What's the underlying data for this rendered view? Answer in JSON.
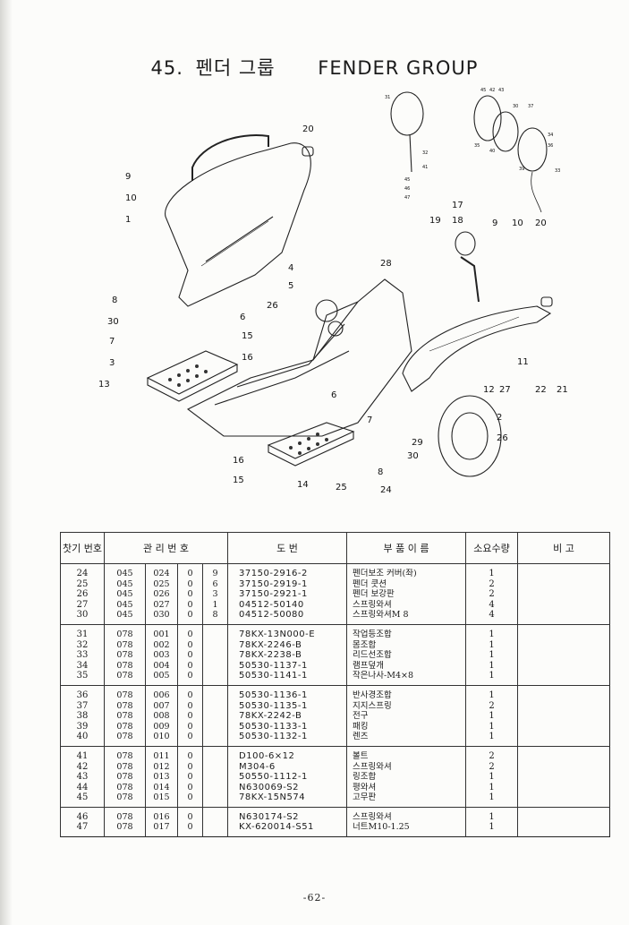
{
  "header": {
    "section_number": "45.",
    "title_korean": "펜더 그룹",
    "title_english": "FENDER GROUP"
  },
  "diagram": {
    "callouts": [
      "9",
      "10",
      "1",
      "20",
      "4",
      "5",
      "26",
      "8",
      "30",
      "7",
      "6",
      "3",
      "15",
      "16",
      "13",
      "28",
      "17",
      "19",
      "18",
      "9",
      "10",
      "20",
      "2",
      "26",
      "29",
      "30",
      "8",
      "24",
      "11",
      "12",
      "27",
      "22",
      "21",
      "6",
      "7",
      "16",
      "15",
      "14",
      "25"
    ],
    "small_callouts": [
      "31",
      "32",
      "41",
      "45",
      "46",
      "47",
      "45",
      "42",
      "43",
      "30",
      "37",
      "35",
      "34",
      "36",
      "40",
      "39",
      "33"
    ]
  },
  "table": {
    "headers": {
      "ref_no": "찻기 번호",
      "mgmt_no": "관 리 번 호",
      "drawing_no": "도 번",
      "part_name": "부 품 이 름",
      "qty": "소요수량",
      "remarks": "비 고"
    },
    "groups": [
      {
        "rows": [
          {
            "no": "24",
            "m1": "045",
            "m2": "024",
            "m3": "0",
            "m4": "9",
            "pn": "37150-2916-2",
            "name": "펜더보조 커버(좌)",
            "qty": "1"
          },
          {
            "no": "25",
            "m1": "045",
            "m2": "025",
            "m3": "0",
            "m4": "6",
            "pn": "37150-2919-1",
            "name": "펜더 쿳션",
            "qty": "2"
          },
          {
            "no": "26",
            "m1": "045",
            "m2": "026",
            "m3": "0",
            "m4": "3",
            "pn": "37150-2921-1",
            "name": "펜더 보강판",
            "qty": "2"
          },
          {
            "no": "27",
            "m1": "045",
            "m2": "027",
            "m3": "0",
            "m4": "1",
            "pn": "04512-50140",
            "name": "스프링와셔",
            "qty": "4"
          },
          {
            "no": "30",
            "m1": "045",
            "m2": "030",
            "m3": "0",
            "m4": "8",
            "pn": "04512-50080",
            "name": "스프링와셔M 8",
            "qty": "4"
          }
        ]
      },
      {
        "rows": [
          {
            "no": "31",
            "m1": "078",
            "m2": "001",
            "m3": "0",
            "m4": "",
            "pn": "78KX-13N000-E",
            "name": "작업등조합",
            "qty": "1"
          },
          {
            "no": "32",
            "m1": "078",
            "m2": "002",
            "m3": "0",
            "m4": "",
            "pn": "78KX-2246-B",
            "name": "몸조합",
            "qty": "1"
          },
          {
            "no": "33",
            "m1": "078",
            "m2": "003",
            "m3": "0",
            "m4": "",
            "pn": "78KX-2238-B",
            "name": "리드선조합",
            "qty": "1"
          },
          {
            "no": "34",
            "m1": "078",
            "m2": "004",
            "m3": "0",
            "m4": "",
            "pn": "50530-1137-1",
            "name": "램프덮개",
            "qty": "1"
          },
          {
            "no": "35",
            "m1": "078",
            "m2": "005",
            "m3": "0",
            "m4": "",
            "pn": "50530-1141-1",
            "name": "작은나사-M4×8",
            "qty": "1"
          }
        ]
      },
      {
        "rows": [
          {
            "no": "36",
            "m1": "078",
            "m2": "006",
            "m3": "0",
            "m4": "",
            "pn": "50530-1136-1",
            "name": "반사경조합",
            "qty": "1"
          },
          {
            "no": "37",
            "m1": "078",
            "m2": "007",
            "m3": "0",
            "m4": "",
            "pn": "50530-1135-1",
            "name": "지지스프링",
            "qty": "2"
          },
          {
            "no": "38",
            "m1": "078",
            "m2": "008",
            "m3": "0",
            "m4": "",
            "pn": "78KX-2242-B",
            "name": "전구",
            "qty": "1"
          },
          {
            "no": "39",
            "m1": "078",
            "m2": "009",
            "m3": "0",
            "m4": "",
            "pn": "50530-1133-1",
            "name": "패킹",
            "qty": "1"
          },
          {
            "no": "40",
            "m1": "078",
            "m2": "010",
            "m3": "0",
            "m4": "",
            "pn": "50530-1132-1",
            "name": "렌즈",
            "qty": "1"
          }
        ]
      },
      {
        "rows": [
          {
            "no": "41",
            "m1": "078",
            "m2": "011",
            "m3": "0",
            "m4": "",
            "pn": "D100-6×12",
            "name": "볼트",
            "qty": "2"
          },
          {
            "no": "42",
            "m1": "078",
            "m2": "012",
            "m3": "0",
            "m4": "",
            "pn": "M304-6",
            "name": "스프링와셔",
            "qty": "2"
          },
          {
            "no": "43",
            "m1": "078",
            "m2": "013",
            "m3": "0",
            "m4": "",
            "pn": "50550-1112-1",
            "name": "링조합",
            "qty": "1"
          },
          {
            "no": "44",
            "m1": "078",
            "m2": "014",
            "m3": "0",
            "m4": "",
            "pn": "N630069-S2",
            "name": "평와셔",
            "qty": "1"
          },
          {
            "no": "45",
            "m1": "078",
            "m2": "015",
            "m3": "0",
            "m4": "",
            "pn": "78KX-15N574",
            "name": "고무판",
            "qty": "1"
          }
        ]
      },
      {
        "rows": [
          {
            "no": "46",
            "m1": "078",
            "m2": "016",
            "m3": "0",
            "m4": "",
            "pn": "N630174-S2",
            "name": "스프링와셔",
            "qty": "1"
          },
          {
            "no": "47",
            "m1": "078",
            "m2": "017",
            "m3": "0",
            "m4": "",
            "pn": "KX-620014-S51",
            "name": "너트M10-1.25",
            "qty": "1"
          }
        ]
      }
    ]
  },
  "footer": {
    "page_number": "-62-"
  }
}
